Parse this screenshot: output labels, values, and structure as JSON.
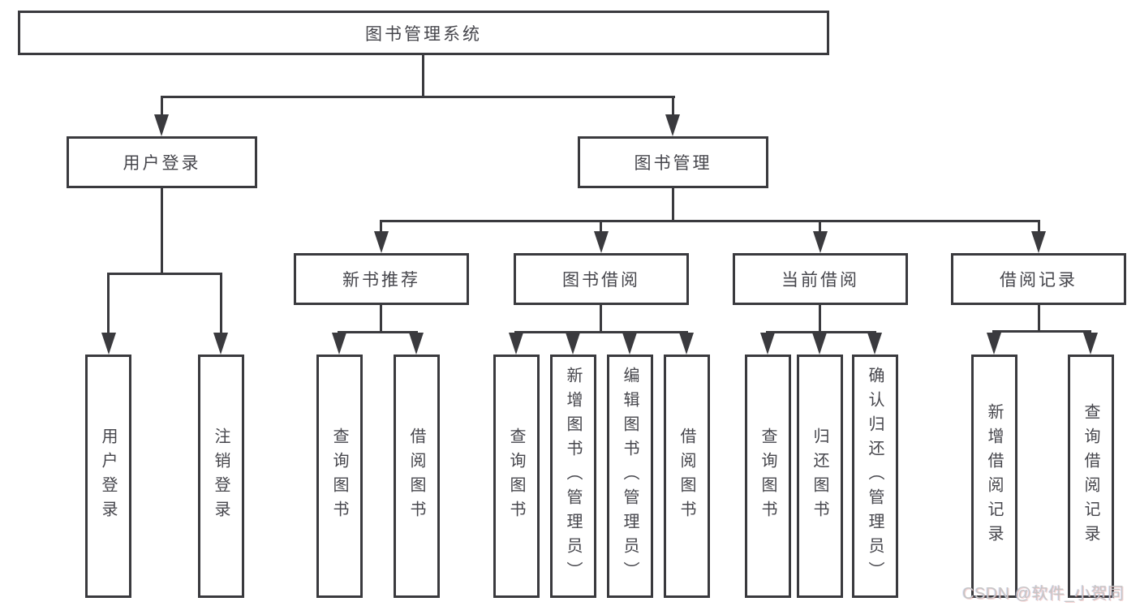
{
  "colors": {
    "line": "#3a3a3e",
    "box_border": "#3a3a3e",
    "box_text": "#46464c",
    "background": "#ffffff",
    "watermark_text_color": "#c6c6c6"
  },
  "watermark": {
    "text": "CSDN @软件_小贺同学"
  },
  "tree": {
    "root": {
      "label": "图书管理系统",
      "children": [
        {
          "label": "用户登录",
          "children": [
            {
              "label": "用户登录"
            },
            {
              "label": "注销登录"
            }
          ]
        },
        {
          "label": "图书管理",
          "children": [
            {
              "label": "新书推荐",
              "children": [
                {
                  "label": "查询图书"
                },
                {
                  "label": "借阅图书"
                }
              ]
            },
            {
              "label": "图书借阅",
              "children": [
                {
                  "label": "查询图书"
                },
                {
                  "label": "新增图书（管理员）"
                },
                {
                  "label": "编辑图书（管理员）"
                },
                {
                  "label": "借阅图书"
                }
              ]
            },
            {
              "label": "当前借阅",
              "children": [
                {
                  "label": "查询图书"
                },
                {
                  "label": "归还图书"
                },
                {
                  "label": "确认归还（管理员）"
                }
              ]
            },
            {
              "label": "借阅记录",
              "children": [
                {
                  "label": "新增借阅记录"
                },
                {
                  "label": "查询借阅记录"
                }
              ]
            }
          ]
        }
      ]
    }
  }
}
